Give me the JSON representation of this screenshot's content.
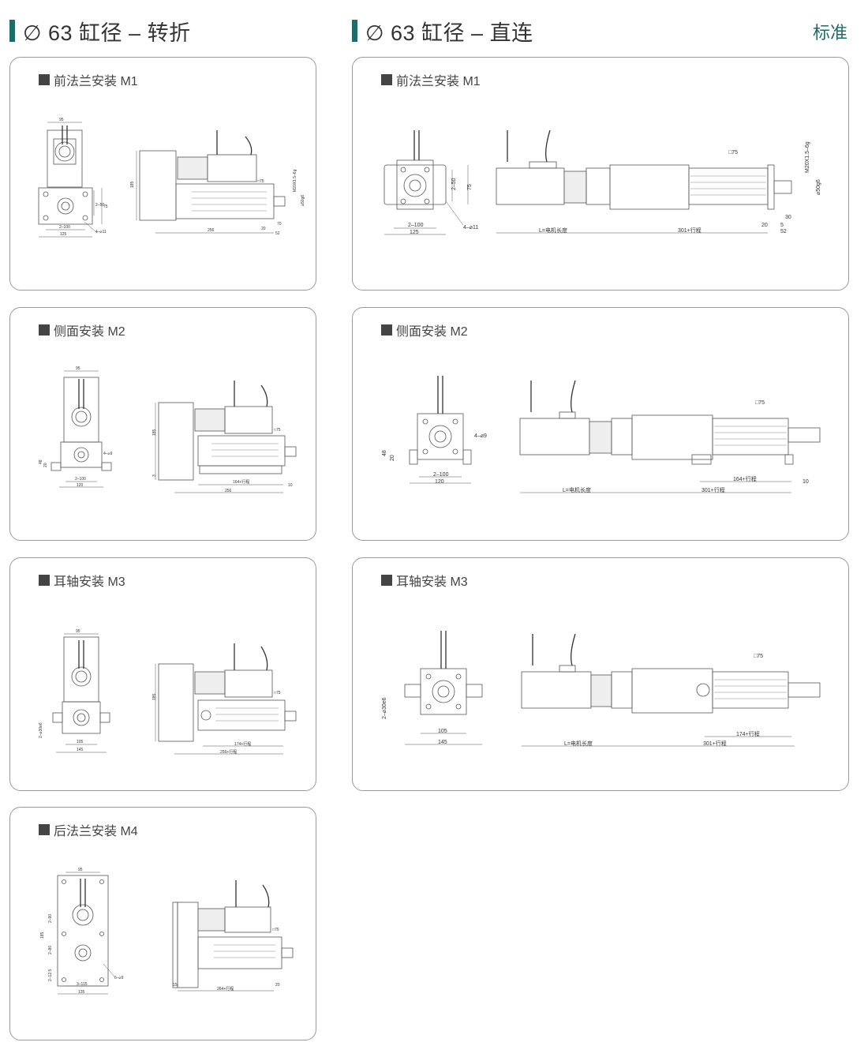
{
  "header": {
    "left_title": "∅ 63 缸径 – 转折",
    "right_title": "∅ 63 缸径 – 直连",
    "standard_label": "标准"
  },
  "left_panels": [
    {
      "title": "前法兰安装 M1",
      "dims": {
        "top_w": "95",
        "h": "185",
        "d1": "2–50",
        "d2": "75",
        "bolt": "4–⌀11",
        "b1": "2–100",
        "b2": "125",
        "len": "256",
        "sq": "□75",
        "thread": "M20X1.5–6g",
        "shaft": "⌀50g6",
        "e1": "20",
        "e2": "70",
        "e3": "52"
      }
    },
    {
      "title": "侧面安装 M2",
      "dims": {
        "top_w": "95",
        "h": "185",
        "d1": "48",
        "d2": "20",
        "bolt": "4–⌀9",
        "b1": "2–100",
        "b2": "120",
        "sq": "□75",
        "stroke": "164+行程",
        "len": "256",
        "e1": "10",
        "e2": "3"
      }
    },
    {
      "title": "耳轴安装 M3",
      "dims": {
        "top_w": "95",
        "h": "185",
        "shaft": "2–⌀30e6",
        "b1": "105",
        "b2": "145",
        "sq": "□75",
        "stroke": "174+行程",
        "len": "256+行程"
      }
    },
    {
      "title": "后法兰安装 M4",
      "dims": {
        "top_w": "95",
        "h": "185",
        "d1": "2–90",
        "d2": "2–80",
        "d3": "2–12.5",
        "bolt": "6–⌀9",
        "b1": "3–115",
        "b2": "135",
        "len": "264+行程",
        "sq": "□75",
        "e1": "15",
        "e2": "20"
      }
    }
  ],
  "right_panels": [
    {
      "title": "前法兰安装 M1",
      "dims": {
        "d1": "2–50",
        "d2": "75",
        "bolt": "4–⌀11",
        "b1": "2–100",
        "b2": "125",
        "motor": "L=电机长度",
        "stroke": "301+行程",
        "sq": "□75",
        "thread": "M20X1.5–6g",
        "shaft": "⌀50g6",
        "e1": "20",
        "e2": "30",
        "e3": "5",
        "e4": "52"
      }
    },
    {
      "title": "侧面安装 M2",
      "dims": {
        "d1": "48",
        "d2": "20",
        "bolt": "4–⌀9",
        "b1": "2–100",
        "b2": "120",
        "sq": "□75",
        "stroke2": "164+行程",
        "e1": "10",
        "motor": "L=电机长度",
        "stroke": "301+行程"
      }
    },
    {
      "title": "耳轴安装 M3",
      "dims": {
        "shaft": "2–⌀30e6",
        "b1": "105",
        "b2": "145",
        "sq": "□75",
        "stroke2": "174+行程",
        "motor": "L=电机长度",
        "stroke": "301+行程"
      }
    }
  ]
}
